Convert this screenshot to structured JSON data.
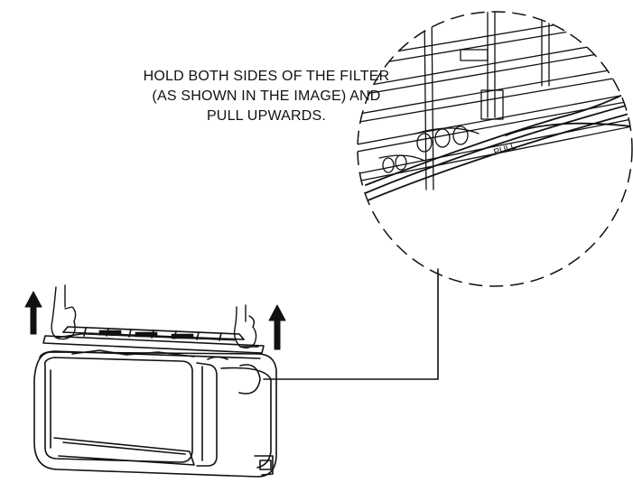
{
  "instruction": {
    "line1": "HOLD BOTH SIDES OF THE FILTER",
    "line2": "(AS SHOWN IN THE IMAGE) AND",
    "line3": "PULL UPWARDS."
  },
  "detail": {
    "tab_label": "PULL"
  },
  "colors": {
    "line": "#111111",
    "background": "#ffffff"
  },
  "icons": [
    "up-arrow-icon",
    "hand-icon"
  ]
}
